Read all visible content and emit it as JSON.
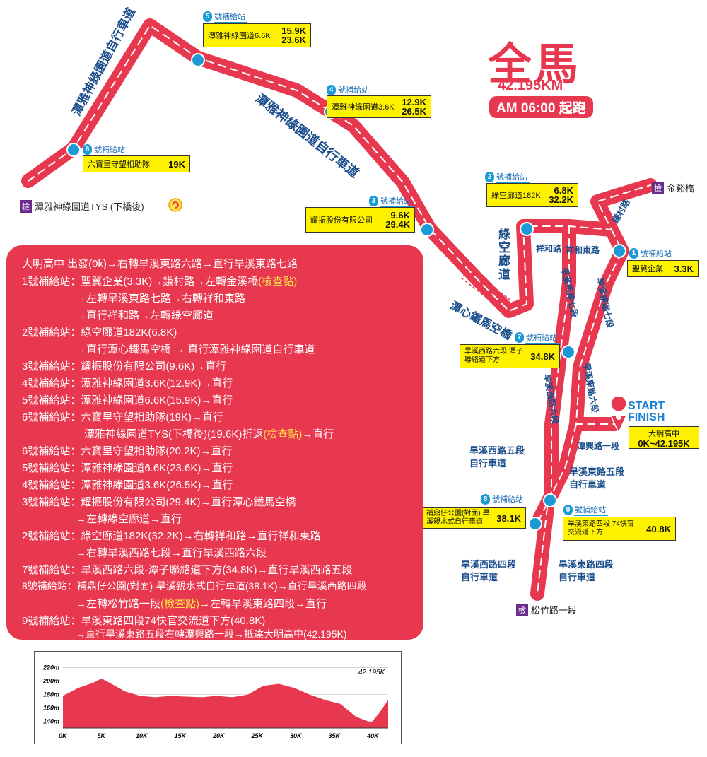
{
  "header": {
    "title": "全馬",
    "distance": "42.195KM",
    "start_time": "AM 06:00 起跑"
  },
  "start_finish": {
    "label_start": "START",
    "label_finish": "FINISH",
    "venue": "大明高中",
    "km": "0K~42.195K",
    "road": "潭興路一段"
  },
  "stations": [
    {
      "num": "5",
      "label": "號補給站",
      "name": "潭雅神綠園道6.6K",
      "km1": "15.9K",
      "km2": "23.6K"
    },
    {
      "num": "4",
      "label": "號補給站",
      "name": "潭雅神綠園道3.6K",
      "km1": "12.9K",
      "km2": "26.5K"
    },
    {
      "num": "6",
      "label": "號補給站",
      "name": "六寶里守望相助隊",
      "km1": "19K",
      "km2": ""
    },
    {
      "num": "3",
      "label": "號補給站",
      "name": "耀振股份有限公司",
      "km1": "9.6K",
      "km2": "29.4K"
    },
    {
      "num": "2",
      "label": "號補給站",
      "name": "綠空廊道182K",
      "km1": "6.8K",
      "km2": "32.2K"
    },
    {
      "num": "1",
      "label": "號補給站",
      "name": "聖冀企業",
      "km1": "3.3K",
      "km2": ""
    },
    {
      "num": "7",
      "label": "號補給站",
      "name": "旱溪西路六段 潭子聯絡道下方",
      "km1": "34.8K",
      "km2": ""
    },
    {
      "num": "8",
      "label": "號補給站",
      "name": "補鼎仔公園(對面) 旱溪親水式自行車道",
      "km1": "38.1K",
      "km2": ""
    },
    {
      "num": "9",
      "label": "號補給站",
      "name": "旱溪東路四段 74快官交流道下方",
      "km1": "40.8K",
      "km2": ""
    }
  ],
  "checkpoints": [
    {
      "badge": "檢",
      "name": "潭雅神綠園道TYS (下橋後)"
    },
    {
      "badge": "檢",
      "name": "金谿橋"
    },
    {
      "badge": "檢",
      "name": "松竹路一段"
    }
  ],
  "roads": {
    "r1": "潭雅神綠園道自行車道",
    "r2": "潭雅神綠園道自行車道",
    "r3": "綠空廊道",
    "r4": "潭心鐵馬空橋",
    "r5": "祥和路",
    "r6": "祥和東路",
    "r7": "鎌村路",
    "r8": "旱溪西路七段",
    "r9": "旱溪東路七段",
    "r10": "旱溪東路六段",
    "r11": "旱溪西路六段",
    "r12": "旱溪西路五段 自行車道",
    "r13": "旱溪東路五段 自行車道",
    "r14": "旱溪西路四段 自行車道",
    "r15": "旱溪東路四段 自行車道"
  },
  "route_text": [
    "大明高中 出發(0k)→右轉旱溪東路六路→直行旱溪東路七路",
    "1號補給站：聖冀企業(3.3K)→鎌村路→左轉金溪橋",
    "(檢查點)",
    "→左轉旱溪東路七路→右轉祥和東路",
    "→直行祥和路→左轉綠空廊道",
    "2號補給站：綠空廊道182K(6.8K)",
    "→直行潭心鐵馬空橋 → 直行潭雅神綠園道自行車道",
    "3號補給站：耀振股份有限公司(9.6K)→直行",
    "4號補給站：潭雅神綠園道3.6K(12.9K)→直行",
    "5號補給站：潭雅神綠園道6.6K(15.9K)→直行",
    "6號補給站：六寶里守望相助隊(19K)→直行",
    "潭雅神綠園道TYS(下橋後)(19.6K)折返",
    "(檢查點)",
    "→直行",
    "6號補給站：六寶里守望相助隊(20.2K)→直行",
    "5號補給站：潭雅神綠園道6.6K(23.6K)→直行",
    "4號補給站：潭雅神綠園道3.6K(26.5K)→直行",
    "3號補給站：耀振股份有限公司(29.4K)→直行潭心鐵馬空橋",
    "→左轉綠空廊道→直行",
    "2號補給站：綠空廊道182K(32.2K)→右轉祥和路→直行祥和東路",
    "→右轉旱溪西路七段→直行旱溪西路六段",
    "7號補給站：旱溪西路六段-潭子聯絡道下方(34.8K)→直行旱溪西路五段",
    "8號補給站：補鼎仔公園(對面)-旱溪親水式自行車道(38.1K)→直行旱溪西路四段",
    "→左轉松竹路一段",
    "(檢查點)",
    "→左轉旱溪東路四段→直行",
    "9號補給站：旱溪東路四段74快官交流道下方(40.8K)",
    "→直行旱溪東路五段右轉潭興路一段→抵達大明高中(42.195K)"
  ],
  "elevation": {
    "y_ticks": [
      "220m",
      "200m",
      "180m",
      "160m",
      "140m"
    ],
    "x_ticks": [
      "0K",
      "5K",
      "10K",
      "15K",
      "20K",
      "25K",
      "30K",
      "35K",
      "40K"
    ],
    "total_label": "42.195K",
    "profile_km": [
      0,
      2,
      4,
      5,
      6,
      8,
      10,
      12,
      14,
      16,
      18,
      20,
      22,
      24,
      26,
      28,
      30,
      32,
      34,
      36,
      38,
      40,
      41,
      42.195
    ],
    "profile_m": [
      178,
      190,
      198,
      204,
      198,
      185,
      178,
      176,
      178,
      177,
      176,
      178,
      176,
      180,
      193,
      196,
      190,
      180,
      172,
      166,
      147,
      138,
      152,
      172
    ]
  },
  "colors": {
    "route": "#e8384f",
    "station": "#1c9ad6",
    "label_box": "#fff200",
    "checkpoint": "#6b2c8f",
    "road_text": "#1b4e8c"
  }
}
